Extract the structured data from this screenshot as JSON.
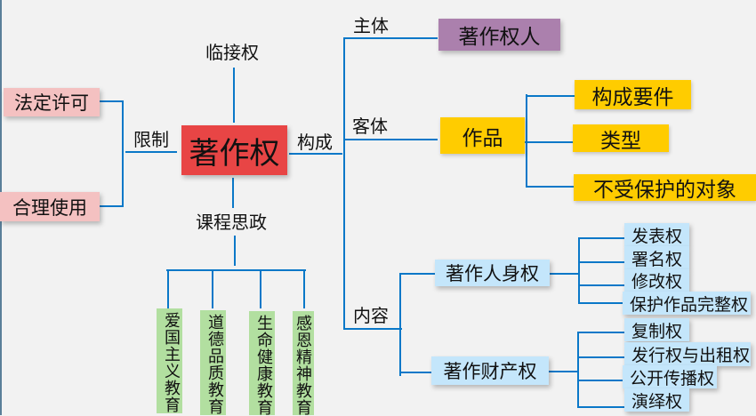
{
  "root": {
    "label": "著作权",
    "color": "#e84545"
  },
  "branches": {
    "top": {
      "label": "临接权"
    },
    "left": {
      "label": "限制",
      "children": [
        {
          "label": "法定许可"
        },
        {
          "label": "合理使用"
        }
      ]
    },
    "bottom": {
      "label": "课程思政",
      "children": [
        {
          "label": "爱国主义教育"
        },
        {
          "label": "道德品质教育"
        },
        {
          "label": "生命健康教育"
        },
        {
          "label": "感恩精神教育"
        }
      ]
    },
    "right": {
      "label": "构成",
      "children": {
        "subject": {
          "label": "主体",
          "node": "著作权人"
        },
        "object": {
          "label": "客体",
          "node": "作品",
          "children": [
            {
              "label": "构成要件"
            },
            {
              "label": "类型"
            },
            {
              "label": "不受保护的对象"
            }
          ]
        },
        "content": {
          "label": "内容",
          "groups": [
            {
              "label": "著作人身权",
              "children": [
                {
                  "label": "发表权"
                },
                {
                  "label": "署名权"
                },
                {
                  "label": "修改权"
                },
                {
                  "label": "保护作品完整权"
                }
              ]
            },
            {
              "label": "著作财产权",
              "children": [
                {
                  "label": "复制权"
                },
                {
                  "label": "发行权与出租权"
                },
                {
                  "label": "公开传播权"
                },
                {
                  "label": "演绎权"
                }
              ]
            }
          ]
        }
      }
    }
  },
  "colors": {
    "connector": "#0a78c8",
    "limit_nodes": "#f4c1c1",
    "owner_node": "#ab80ad",
    "work_nodes": "#ffcc00",
    "rights_nodes": "#c4e6fb",
    "ideology_nodes": "#b2dfa0",
    "background": "#f2f2f2"
  }
}
